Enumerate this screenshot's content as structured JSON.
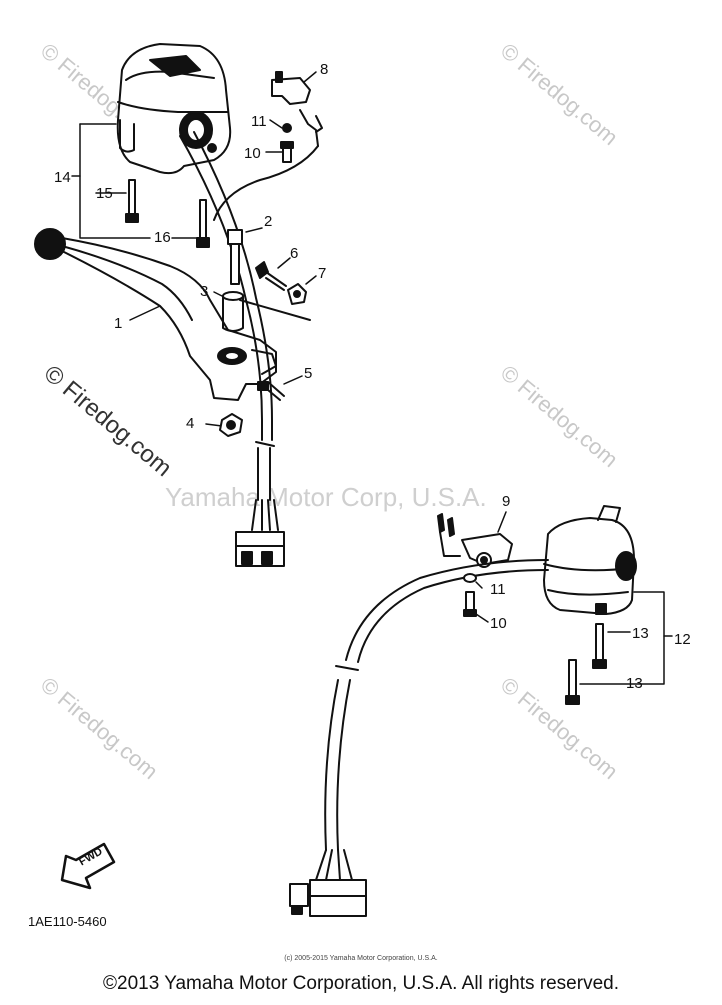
{
  "diagram": {
    "callouts": [
      "1",
      "2",
      "3",
      "4",
      "5",
      "6",
      "7",
      "8",
      "9",
      "10",
      "10",
      "11",
      "11",
      "12",
      "13",
      "13",
      "14",
      "15",
      "16"
    ],
    "part_code": "1AE110-5460",
    "fwd_label": "FWD"
  },
  "watermarks": {
    "firedog": "© Firedog.com",
    "center": "Yamaha Motor Corp, U.S.A."
  },
  "footer": {
    "small": "(c) 2005-2015 Yamaha Motor Corporation, U.S.A.",
    "main": "©2013 Yamaha Motor Corporation, U.S.A. All rights reserved."
  },
  "colors": {
    "ink": "#111111",
    "watermark": "#c8c8c8",
    "background": "#ffffff"
  }
}
